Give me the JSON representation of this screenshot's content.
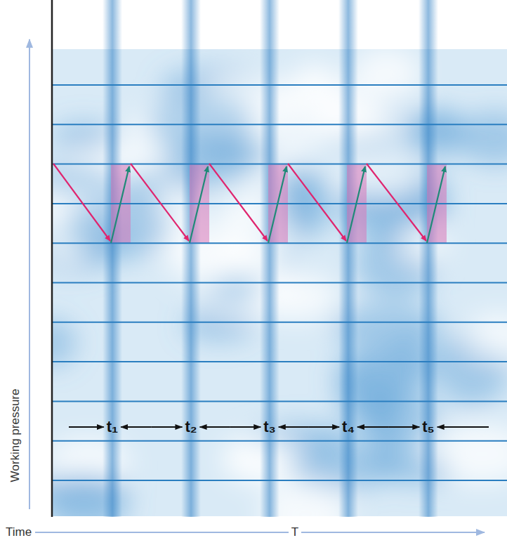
{
  "diagram": {
    "labels": [
      "t₁",
      "t₂",
      "t₃",
      "t₄",
      "t₅",
      "Working pressure",
      "Time",
      "T"
    ]
  }
}
